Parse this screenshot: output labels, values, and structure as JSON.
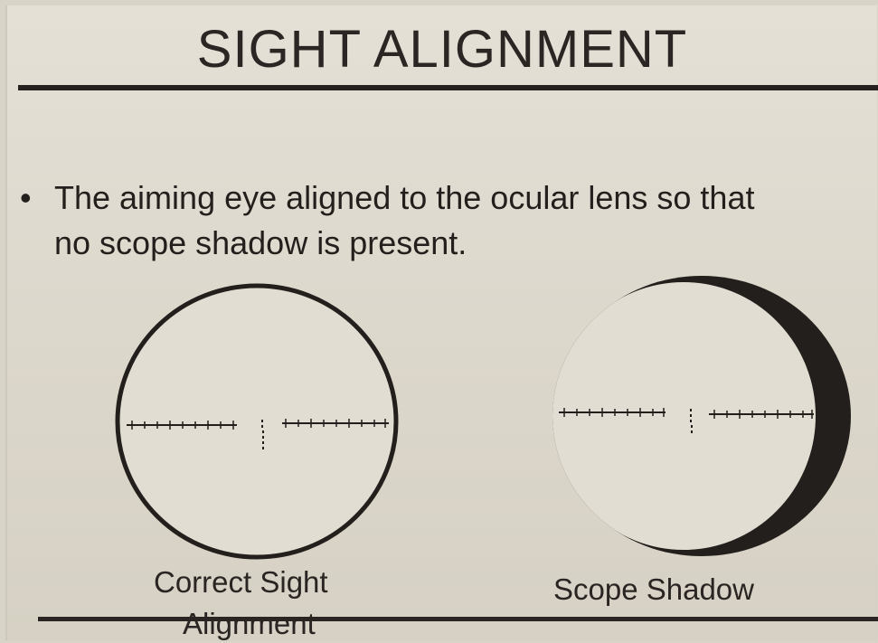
{
  "slide": {
    "title": "SIGHT ALIGNMENT",
    "bullet_marker": "•",
    "bullet_text_line1": "The aiming eye aligned to the ocular lens so that",
    "bullet_text_line2": "no scope shadow is present."
  },
  "figures": [
    {
      "caption_line1": "Correct Sight",
      "caption_line2": "Alignment",
      "shadow": false
    },
    {
      "caption": "Scope Shadow",
      "shadow": true
    }
  ],
  "colors": {
    "ink": "#231f1c",
    "paper": "#e0dbd0"
  }
}
